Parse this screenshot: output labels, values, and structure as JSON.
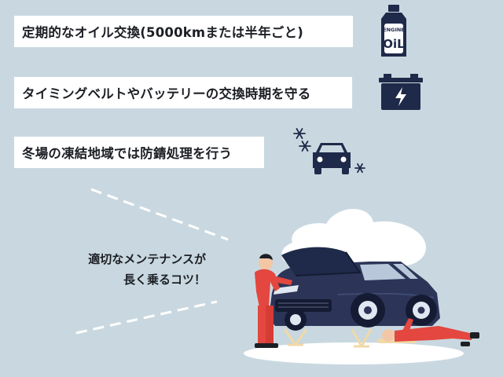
{
  "tips": [
    {
      "text": "定期的なオイル交換(5000kmまたは半年ごと)",
      "icon": "engine-oil-bottle"
    },
    {
      "text": "タイミングベルトやバッテリーの交換時期を守る",
      "icon": "car-battery"
    },
    {
      "text": "冬場の凍結地域では防錆処理を行う",
      "icon": "snow-car"
    }
  ],
  "oil_label": {
    "line1": "ENGINE",
    "line2": "OiL"
  },
  "caption": {
    "line1": "適切なメンテナンスが",
    "line2": "長く乗るコツ！"
  },
  "colors": {
    "background": "#c9d8e0",
    "navy": "#1f2a4a",
    "mechanic": "#e3473f",
    "white": "#ffffff"
  }
}
